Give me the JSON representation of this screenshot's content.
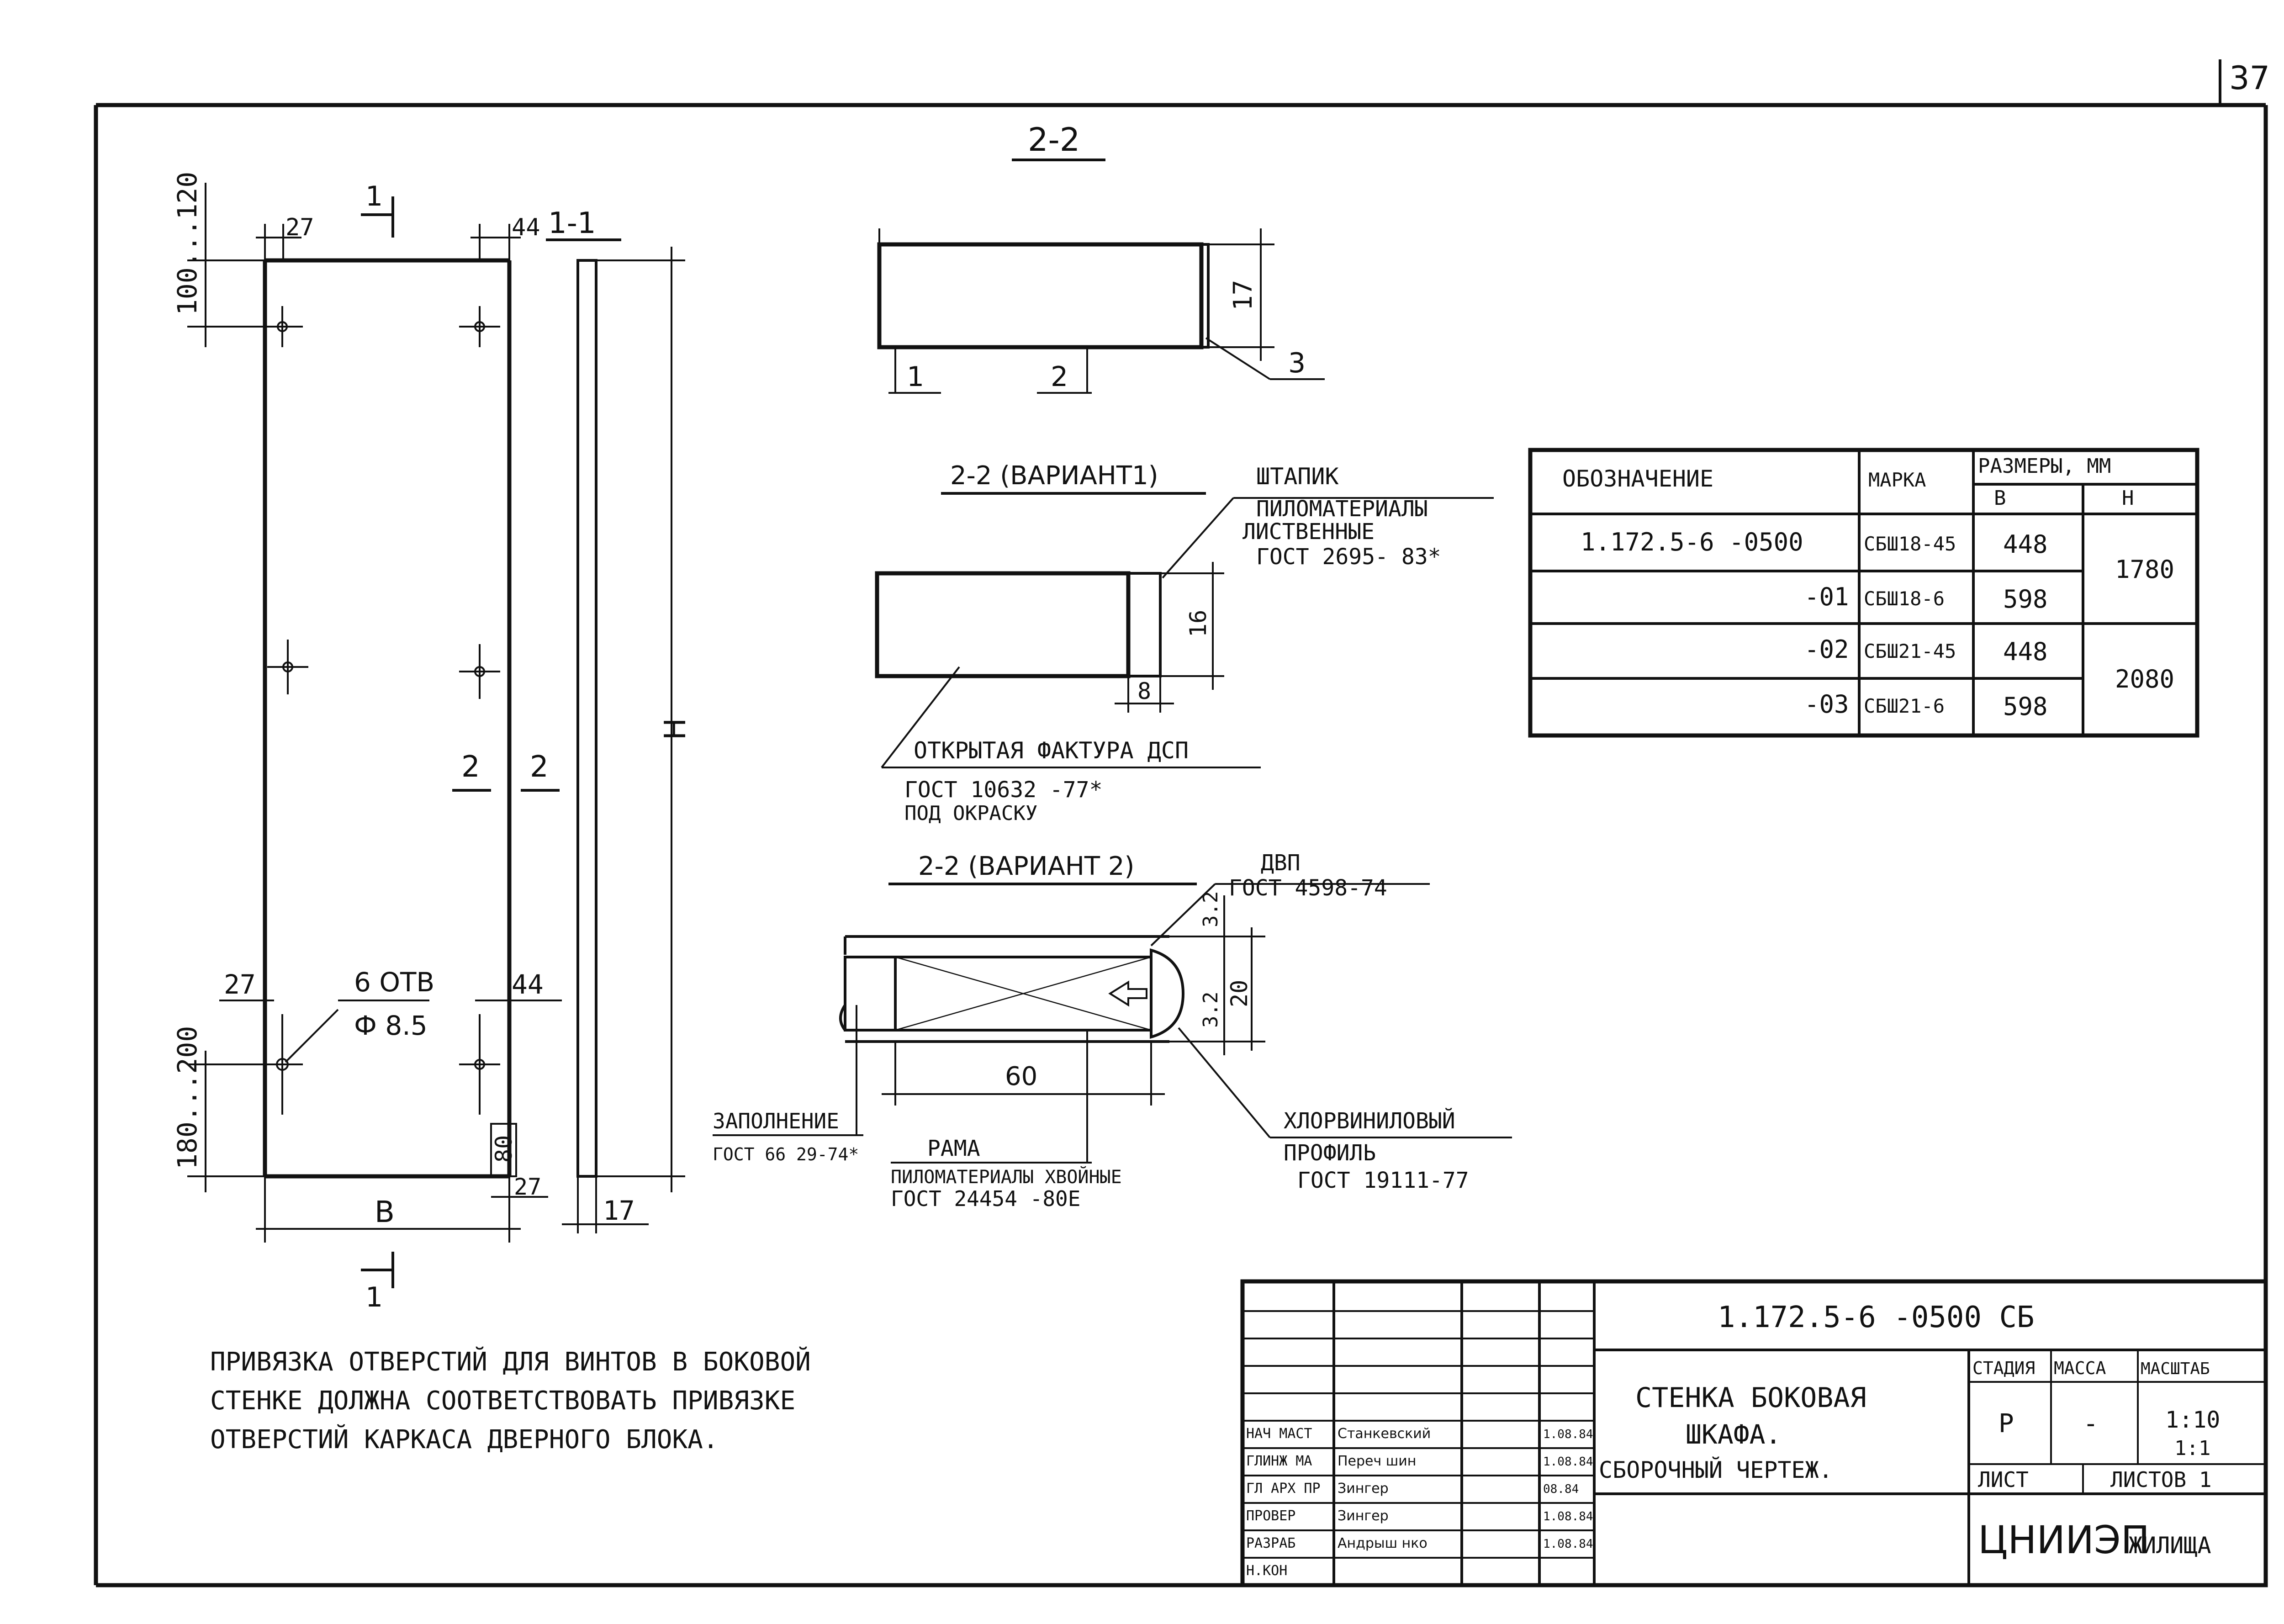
{
  "page_number": "37",
  "section_labels": {
    "top": "2-2",
    "side": "1-1",
    "v1": "2-2 (ВАРИАНТ1)",
    "v2": "2-2 (ВАРИАНТ 2)"
  },
  "elevation": {
    "dims": {
      "top_dim": "100...120",
      "bottom_dim": "180...200",
      "left_27": "27",
      "right_44": "44",
      "width": "В",
      "height": "Н",
      "btm_80": "80",
      "btm_27": "27",
      "thickness_17": "17"
    },
    "cut_labels": {
      "c1_top": "1",
      "c1_bottom": "1",
      "c2_left": "2",
      "c2_right": "2"
    },
    "holes_label": {
      "count": "6 ОТВ",
      "diam": "Ф 8.5"
    }
  },
  "section_top": {
    "h": "17",
    "callouts": [
      "1",
      "2",
      "3"
    ]
  },
  "variant1": {
    "shtapik": "ШТАПИК",
    "lumber": [
      "ПИЛОМАТЕРИАЛЫ",
      "ЛИСТВЕННЫЕ",
      "ГОСТ 2695- 83*"
    ],
    "h": "16",
    "w": "8",
    "open_texture": [
      "ОТКРЫТАЯ ФАКТУРА ДСП",
      "ГОСТ 10632 -77*",
      "ПОД ОКРАСКУ"
    ]
  },
  "variant2": {
    "dvp": [
      "ДВП",
      "ГОСТ 4598-74"
    ],
    "dims": {
      "d1": "3.2",
      "d2": "3.2",
      "total": "20",
      "w": "60"
    },
    "fill": [
      "ЗАПОЛНЕНИЕ",
      "ГОСТ 66 29-74*"
    ],
    "frame": [
      "РАМА",
      "ПИЛОМАТЕРИАЛЫ ХВОЙНЫЕ",
      "ГОСТ 24454 -80Е"
    ],
    "pvc": [
      "ХЛОРВИНИЛОВЫЙ",
      "ПРОФИЛЬ",
      "ГОСТ 19111-77"
    ]
  },
  "table": {
    "headers": {
      "designation": "ОБОЗНАЧЕНИЕ",
      "mark": "МАРКА",
      "sizes": "РАЗМЕРЫ, ММ",
      "b": "В",
      "h": "Н"
    },
    "rows": [
      {
        "designation": "1.172.5-6 -0500",
        "mark": "СБШ18-45",
        "b": "448"
      },
      {
        "designation": "-01",
        "mark": "СБШ18-6",
        "b": "598"
      },
      {
        "designation": "-02",
        "mark": "СБШ21-45",
        "b": "448"
      },
      {
        "designation": "-03",
        "mark": "СБШ21-6",
        "b": "598"
      }
    ],
    "h_values": [
      "1780",
      "2080"
    ]
  },
  "note": [
    "ПРИВЯЗКА ОТВЕРСТИЙ ДЛЯ ВИНТОВ В БОКОВОЙ",
    "СТЕНКЕ ДОЛЖНА СООТВЕТСТВОВАТЬ ПРИВЯЗКЕ",
    "ОТВЕРСТИЙ КАРКАСА ДВЕРНОГО БЛОКА."
  ],
  "title_block": {
    "doc_code": "1.172.5-6 -0500 СБ",
    "title": [
      "СТЕНКА БОКОВАЯ",
      "ШКАФА.",
      "СБОРОЧНЫЙ ЧЕРТЕЖ."
    ],
    "stage_label": "СТАДИЯ",
    "mass_label": "МАССА",
    "scale_label": "МАСШТАБ",
    "stage": "Р",
    "mass": "-",
    "scale": [
      "1:10",
      "1:1"
    ],
    "sheet_label": "ЛИСТ",
    "sheets_label": "ЛИСТОВ 1",
    "org": "ЦНИИЭП",
    "org_sub": "ЖИЛИЩА",
    "signatures": [
      {
        "role": "НАЧ МАСТ",
        "name": "Станкевский",
        "date": "1.08.84"
      },
      {
        "role": "ГЛИНЖ МА",
        "name": "Переч шин",
        "date": "1.08.84"
      },
      {
        "role": "ГЛ АРХ ПР",
        "name": "Зингер",
        "date": "08.84"
      },
      {
        "role": "ПРОВЕР",
        "name": "Зингер",
        "date": "1.08.84"
      },
      {
        "role": "РАЗРАБ",
        "name": "Андрыш нко",
        "date": "1.08.84"
      },
      {
        "role": "Н.КОН",
        "name": "",
        "date": ""
      }
    ]
  }
}
